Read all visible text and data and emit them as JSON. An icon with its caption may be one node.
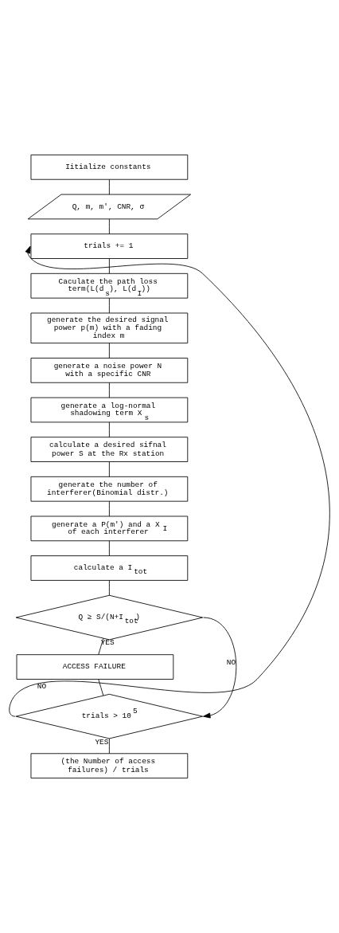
{
  "diagram": {
    "nodes": [
      {
        "text": [
          "Iitialize constants"
        ]
      },
      {
        "text": [
          "Q, m, m′, CNR, σ"
        ]
      },
      {
        "text": [
          "trials += 1"
        ]
      },
      {
        "text": [
          "Caculate the path loss term(L(d$_{s}$), L(d$_{I}$))"
        ]
      },
      {
        "text": [
          "generate the desired signal power p(m) with a fading index m"
        ]
      },
      {
        "text": [
          "generate a noise power N with a specific CNR"
        ]
      },
      {
        "text": [
          "generate a log-normal shadowing term X$_{s}$"
        ]
      },
      {
        "text": [
          "calculate a desired sifnal power S at the Rx station"
        ]
      },
      {
        "text": [
          "generate the number of interferer(Binomial distr.)"
        ]
      },
      {
        "text": [
          "generate a P(m′) and a X$_{I}$ of each interferer"
        ]
      },
      {
        "text": [
          "calculate a I$_{tot}$"
        ]
      },
      {
        "text": [
          "Q ≥ S/(N+I$_{tot}$)"
        ]
      },
      {
        "text": [
          "ACCESS FAILURE"
        ]
      },
      {
        "text": [
          "trials > 10$^{5}$"
        ]
      },
      {
        "text": [
          "(the Number of access failures) / trials"
        ]
      }
    ],
    "edges": [
      {
        "from": 0,
        "to": 1,
        "arrow": "none"
      },
      {
        "from": 1,
        "to": 2,
        "arrow": "none"
      },
      {
        "from": 2,
        "to": 3,
        "arrow": "none"
      },
      {
        "from": 3,
        "to": 4,
        "arrow": "none"
      },
      {
        "from": 4,
        "to": 5,
        "arrow": "none"
      },
      {
        "from": 5,
        "to": 6,
        "arrow": "none"
      },
      {
        "from": 6,
        "to": 7,
        "arrow": "none"
      },
      {
        "from": 7,
        "to": 8,
        "arrow": "none"
      },
      {
        "from": 8,
        "to": 9,
        "arrow": "none"
      },
      {
        "from": 9,
        "to": 10,
        "arrow": "none"
      },
      {
        "from": 10,
        "to": 11,
        "arrow": "none"
      },
      {
        "from": 11,
        "to": 12,
        "label": "YES",
        "arrow": "none"
      },
      {
        "from": 11,
        "to": 13,
        "label": "NO",
        "arrow": "to"
      },
      {
        "from": 12,
        "to": 13,
        "arrow": "none"
      },
      {
        "from": 13,
        "to": 2,
        "label": "NO",
        "arrow": "to"
      },
      {
        "from": 13,
        "to": 14,
        "label": "YES",
        "arrow": "none"
      }
    ]
  }
}
